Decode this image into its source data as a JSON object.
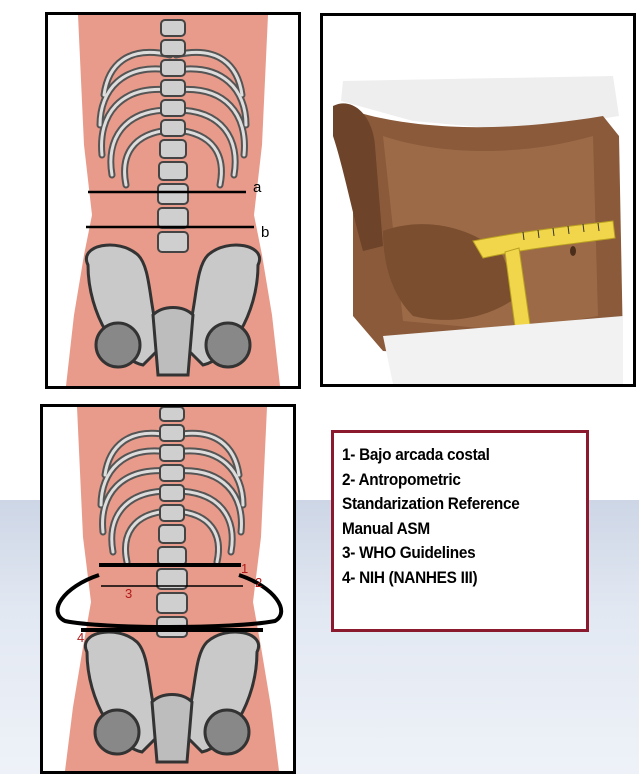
{
  "panel_a": {
    "label_a": "a",
    "label_b": "b"
  },
  "panel_c": {
    "marker_1": "1",
    "marker_2": "2",
    "marker_3": "3",
    "marker_4": "4"
  },
  "legend": {
    "items": [
      "1- Bajo arcada costal",
      "2- Antropometric",
      "Standarization Reference",
      "Manual ASM",
      "3- WHO Guidelines",
      "4- NIH (NANHES III)"
    ]
  },
  "colors": {
    "skin": "#e89b8a",
    "bone": "#c9c9c9",
    "legend_border": "#8b1a2e",
    "marker_text": "#b01a1a"
  }
}
